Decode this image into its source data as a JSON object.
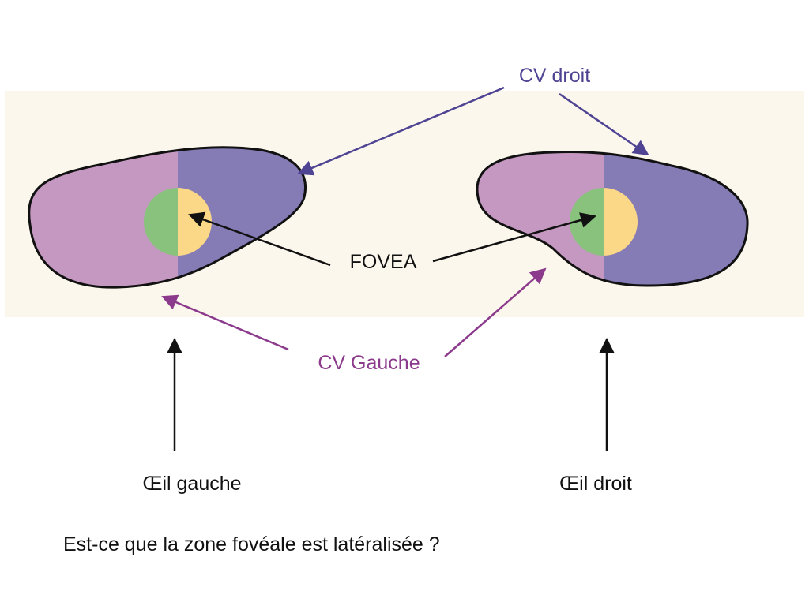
{
  "labels": {
    "cv_droit": "CV droit",
    "fovea": "FOVEA",
    "cv_gauche": "CV Gauche",
    "oeil_gauche": "Œil gauche",
    "oeil_droit": "Œil droit",
    "question": "Est-ce que la zone fovéale est latéralisée ?"
  },
  "colors": {
    "background_band": "#fcf7ec",
    "left_visual_field": "#c498c0",
    "right_visual_field": "#857cb6",
    "fovea_left_half": "#88c27d",
    "fovea_right_half": "#fbd887",
    "cv_droit_text": "#4e4493",
    "cv_gauche_text": "#8c3a8c",
    "outline": "#111111"
  }
}
